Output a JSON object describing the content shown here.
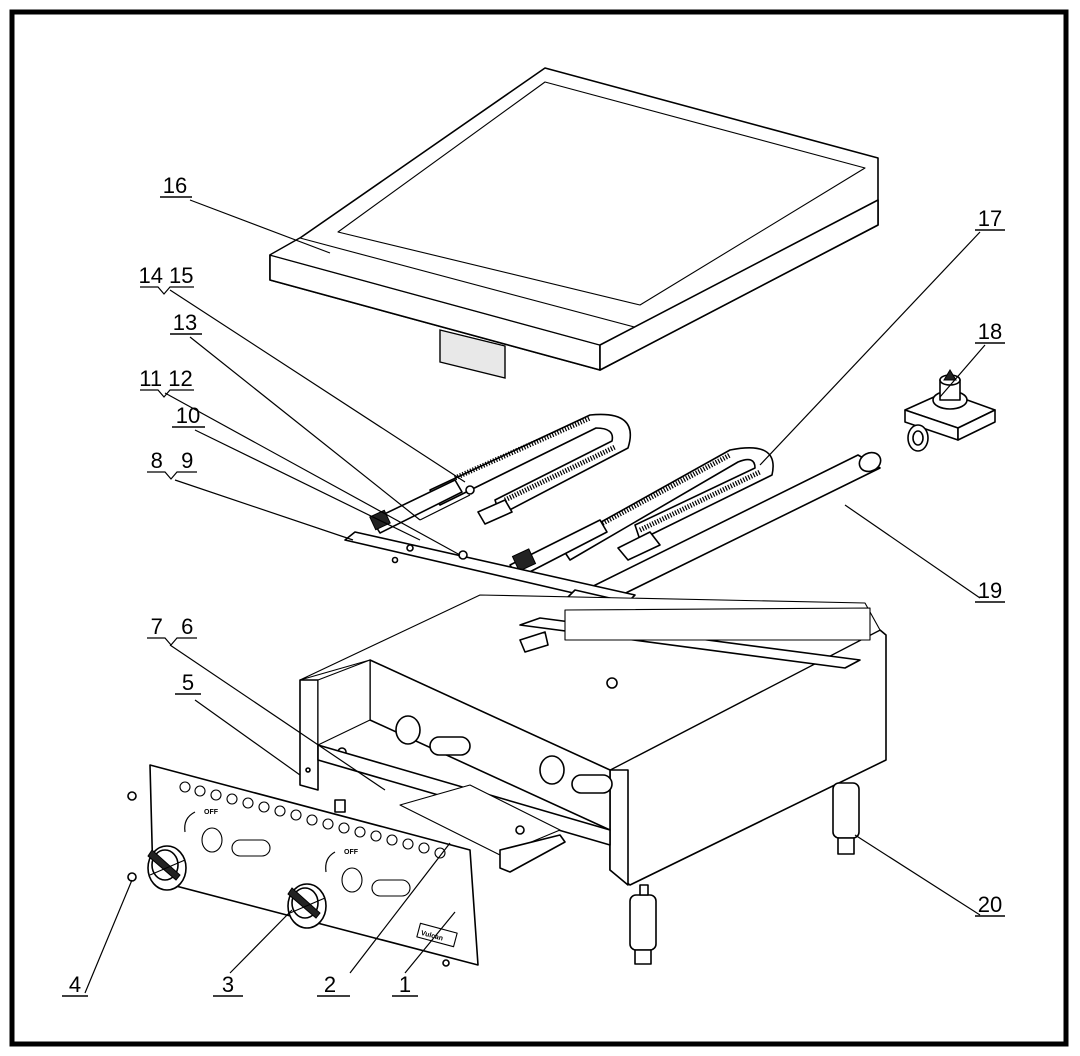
{
  "diagram": {
    "callouts": [
      {
        "id": "c1",
        "label": "1"
      },
      {
        "id": "c2",
        "label": "2"
      },
      {
        "id": "c3",
        "label": "3"
      },
      {
        "id": "c4",
        "label": "4"
      },
      {
        "id": "c5",
        "label": "5"
      },
      {
        "id": "c6",
        "label": "7   6"
      },
      {
        "id": "c8",
        "label": "8   9"
      },
      {
        "id": "c10",
        "label": "10"
      },
      {
        "id": "c11",
        "label": "11 12"
      },
      {
        "id": "c13",
        "label": "13"
      },
      {
        "id": "c14",
        "label": "14 15"
      },
      {
        "id": "c16",
        "label": "16"
      },
      {
        "id": "c17",
        "label": "17"
      },
      {
        "id": "c18",
        "label": "18"
      },
      {
        "id": "c19",
        "label": "19"
      },
      {
        "id": "c20",
        "label": "20"
      }
    ],
    "dial_label": "OFF",
    "brand_badge": "Vulcan"
  }
}
